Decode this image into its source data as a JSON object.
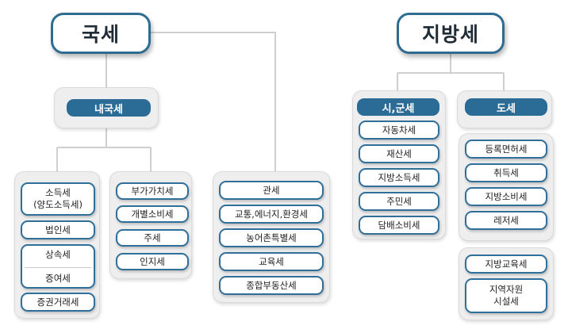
{
  "national": {
    "title": "국세",
    "internal": {
      "header": "내국세",
      "group1": [
        "소득세",
        "(양도소득세)",
        "법인세",
        "상속세",
        "증여세",
        "증권거래세"
      ],
      "group2": [
        "부가가치세",
        "개별소비세",
        "주세",
        "인지세"
      ]
    },
    "other": [
      "관세",
      "교통,에너지,환경세",
      "농어촌특별세",
      "교육세",
      "종합부동산세"
    ]
  },
  "local": {
    "title": "지방세",
    "city": {
      "header": "시,군세",
      "items": [
        "자동차세",
        "재산세",
        "지방소득세",
        "주민세",
        "담배소비세"
      ]
    },
    "province": {
      "header": "도세",
      "items": [
        "등록면허세",
        "취득세",
        "지방소비세",
        "레저세"
      ],
      "extra": [
        "지방교육세",
        "지역자원",
        "시설세"
      ]
    }
  },
  "colors": {
    "accent": "#2b6c97",
    "border": "#2f6f9a",
    "line": "#cfcfcf",
    "panel": "#eeeeee"
  }
}
